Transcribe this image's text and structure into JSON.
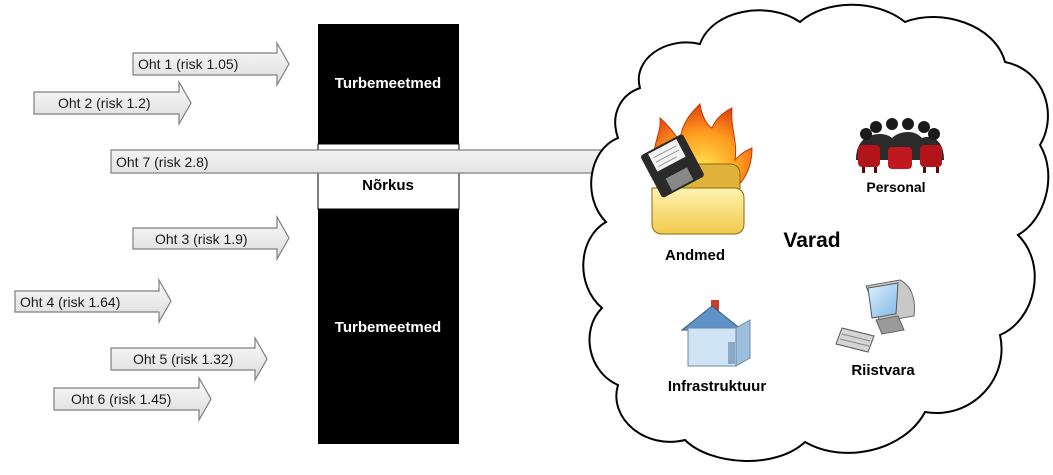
{
  "threats": [
    {
      "label": "Oht 1 (risk 1.05)"
    },
    {
      "label": "Oht 2 (risk 1.2)"
    },
    {
      "label": "Oht 7 (risk 2.8)"
    },
    {
      "label": "Oht 3 (risk 1.9)"
    },
    {
      "label": "Oht 4 (risk 1.64)"
    },
    {
      "label": "Oht 5 (risk 1.32)"
    },
    {
      "label": "Oht 6 (risk 1.45)"
    }
  ],
  "barrier": {
    "top_label": "Turbemeetmed",
    "weakness_label": "Nõrkus",
    "bottom_label": "Turbemeetmed"
  },
  "assets": {
    "title": "Varad",
    "data_label": "Andmed",
    "personnel_label": "Personal",
    "infrastructure_label": "Infrastruktuur",
    "hardware_label": "Riistvara",
    "icons": [
      "burning-data-folder-icon",
      "people-meeting-icon",
      "house-icon",
      "computer-icon"
    ]
  },
  "colors": {
    "arrow_fill": "#f0f0f0",
    "arrow_stroke": "#7f7f7f",
    "barrier": "#000000",
    "weakness": "#ffffff",
    "fire": "#f57c00",
    "folder": "#f5d76e"
  }
}
